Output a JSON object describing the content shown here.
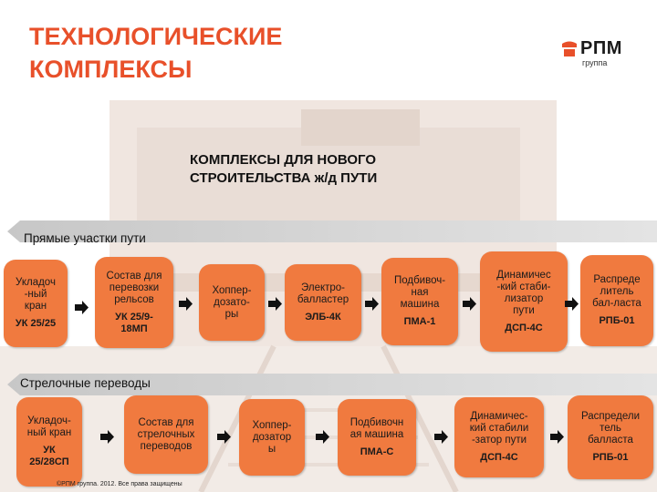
{
  "title": [
    "ТЕХНОЛОГИЧЕСКИЕ",
    "КОМПЛЕКСЫ"
  ],
  "logo": {
    "main": "РПМ",
    "sub": "группа"
  },
  "subtitle": [
    "КОМПЛЕКСЫ ДЛЯ НОВОГО",
    "СТРОИТЕЛЬСТВА ж/д ПУТИ"
  ],
  "sections": [
    {
      "label": "Прямые участки пути",
      "items": [
        {
          "name": "Укладоч\n-ный\nкран",
          "code": "УК 25/25"
        },
        {
          "name": "Состав для\nперевозки\nрельсов",
          "code": "УК 25/9-\n18МП"
        },
        {
          "name": "Хоппер-\nдозато-\nры",
          "code": ""
        },
        {
          "name": "Электро-\nбалластер",
          "code": "ЭЛБ-4К"
        },
        {
          "name": "Подбивоч-\nная\nмашина",
          "code": "ПМА-1"
        },
        {
          "name": "Динамичес\n-кий стаби-\nлизатор\nпути",
          "code": "ДСП-4С"
        },
        {
          "name": "Распреде\nлитель\nбал-ласта",
          "code": "РПБ-01"
        }
      ]
    },
    {
      "label": "Стрелочные переводы",
      "items": [
        {
          "name": "Укладоч-\nный кран",
          "code": "УК\n25/28СП"
        },
        {
          "name": "Состав для\nстрелочных\nпереводов",
          "code": ""
        },
        {
          "name": "Хоппер-\nдозатор\nы",
          "code": ""
        },
        {
          "name": "Подбивочн\nая машина",
          "code": "ПМА-С"
        },
        {
          "name": "Динамичес-\nкий стабили\n-затор пути",
          "code": "ДСП-4С"
        },
        {
          "name": "Распредели\nтель\nбалласта",
          "code": "РПБ-01"
        }
      ]
    }
  ],
  "footer": "©РПМ группа. 2012. Все права защищены",
  "colors": {
    "accent": "#e8502a",
    "box": "#f07a3f",
    "band": "#d6d6d6"
  }
}
